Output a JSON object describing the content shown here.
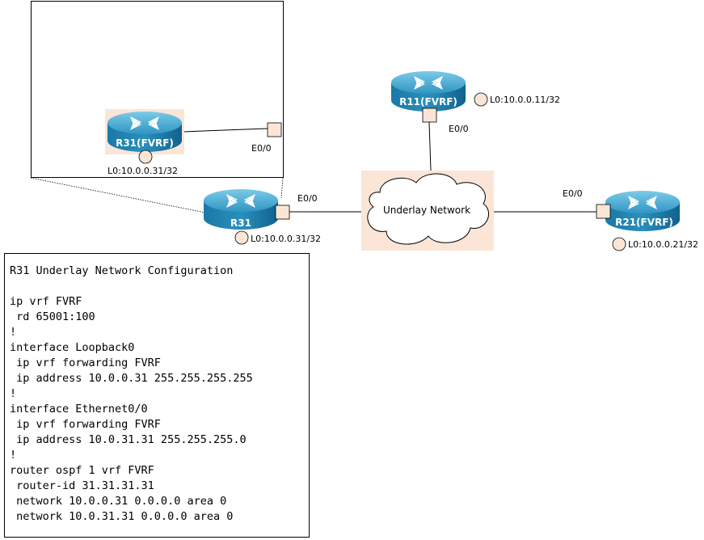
{
  "routers": {
    "r31_zoom": {
      "name": "R31(FVRF)",
      "loopback": "L0:10.0.0.31/32",
      "interface": "E0/0"
    },
    "r31": {
      "name": "R31",
      "loopback": "L0:10.0.0.31/32",
      "interface": "E0/0"
    },
    "r11": {
      "name": "R11(FVRF)",
      "loopback": "L0:10.0.0.11/32",
      "interface": "E0/0"
    },
    "r21": {
      "name": "R21(FVRF)",
      "loopback": "L0:10.0.0.21/32",
      "interface": "E0/0"
    }
  },
  "cloud": {
    "label": "Underlay Network"
  },
  "config": {
    "title": "R31 Underlay Network Configuration",
    "lines": [
      "ip vrf FVRF",
      " rd 65001:100",
      "!",
      "interface Loopback0",
      " ip vrf forwarding FVRF",
      " ip address 10.0.0.31 255.255.255.255",
      "!",
      "interface Ethernet0/0",
      " ip vrf forwarding FVRF",
      " ip address 10.0.31.31 255.255.255.0",
      "!",
      "router ospf 1 vrf FVRF",
      " router-id 31.31.31.31",
      " network 10.0.0.31 0.0.0.0 area 0",
      " network 10.0.31.31 0.0.0.0 area 0"
    ]
  },
  "colors": {
    "router_top": "#4aa8cc",
    "router_body": "#1a6f99",
    "highlight": "#fbe5d6"
  }
}
